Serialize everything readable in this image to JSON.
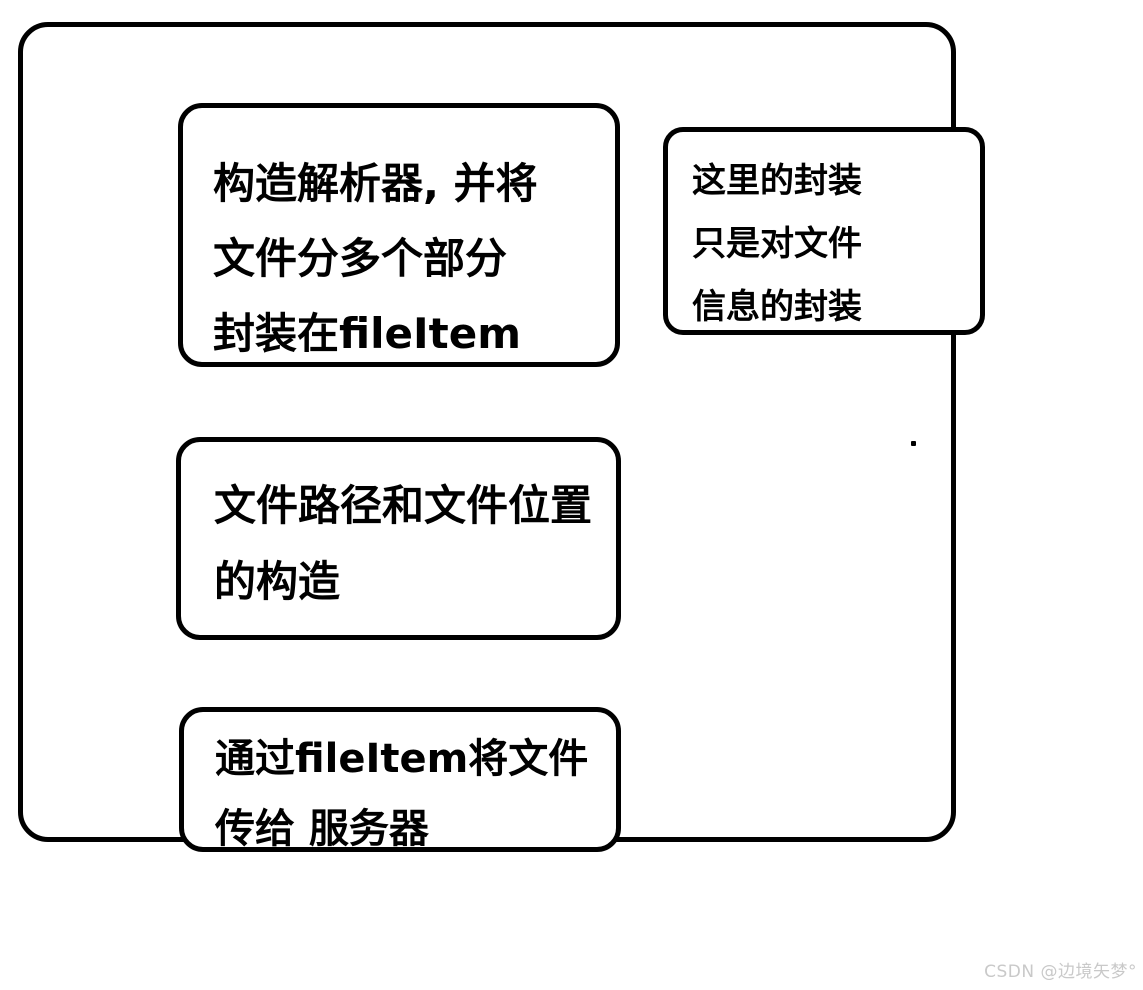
{
  "page": {
    "background_color": "#ffffff",
    "line_color": "#000000"
  },
  "diagram": {
    "boxes": [
      {
        "id": "box-parser",
        "lines": [
          "构造解析器, 并将",
          "文件分多个部分",
          "封装在fileItem"
        ]
      },
      {
        "id": "box-encapsulation-note",
        "lines": [
          "这里的封装",
          "只是对文件",
          "信息的封装"
        ]
      },
      {
        "id": "box-path-position",
        "lines": [
          "文件路径和文件位置",
          "的构造"
        ]
      },
      {
        "id": "box-upload-to-server",
        "lines": [
          "通过fileItem将文件",
          "传给 服务器"
        ]
      }
    ]
  },
  "watermark": {
    "text": "CSDN @边境矢梦°",
    "color": "#c9c9c9"
  }
}
